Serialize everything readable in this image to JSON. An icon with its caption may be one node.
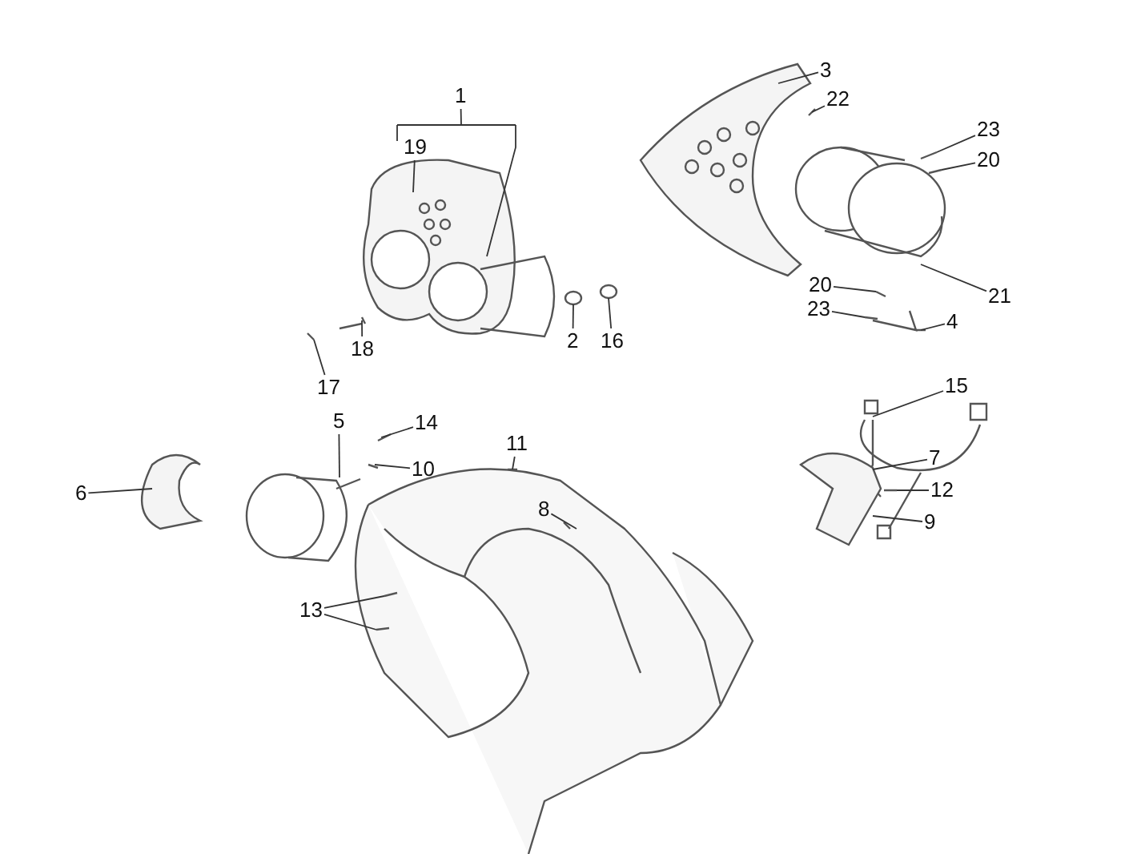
{
  "diagram": {
    "nodes": [
      {
        "text": [
          "3"
        ]
      },
      {
        "text": [
          "1"
        ]
      },
      {
        "text": [
          "22"
        ]
      },
      {
        "text": [
          "23"
        ]
      },
      {
        "text": [
          "19"
        ]
      },
      {
        "text": [
          "20"
        ]
      },
      {
        "text": [
          "20"
        ]
      },
      {
        "text": [
          "21"
        ]
      },
      {
        "text": [
          "23"
        ]
      },
      {
        "text": [
          "4"
        ]
      },
      {
        "text": [
          "2"
        ]
      },
      {
        "text": [
          "16"
        ]
      },
      {
        "text": [
          "18"
        ]
      },
      {
        "text": [
          "17"
        ]
      },
      {
        "text": [
          "15"
        ]
      },
      {
        "text": [
          "5"
        ]
      },
      {
        "text": [
          "14"
        ]
      },
      {
        "text": [
          "11"
        ]
      },
      {
        "text": [
          "7"
        ]
      },
      {
        "text": [
          "10"
        ]
      },
      {
        "text": [
          "12"
        ]
      },
      {
        "text": [
          "6"
        ]
      },
      {
        "text": [
          "8"
        ]
      },
      {
        "text": [
          "9"
        ]
      },
      {
        "text": [
          "13"
        ]
      }
    ],
    "edges": [
      {
        "from": 0,
        "to": null,
        "arrow": "none"
      },
      {
        "from": 1,
        "to": null,
        "arrow": "none"
      },
      {
        "from": 2,
        "to": null,
        "arrow": "none"
      },
      {
        "from": 3,
        "to": null,
        "arrow": "none"
      },
      {
        "from": 4,
        "to": null,
        "arrow": "none"
      },
      {
        "from": 5,
        "to": null,
        "arrow": "none"
      },
      {
        "from": 6,
        "to": null,
        "arrow": "none"
      },
      {
        "from": 7,
        "to": null,
        "arrow": "none"
      },
      {
        "from": 8,
        "to": null,
        "arrow": "none"
      },
      {
        "from": 9,
        "to": null,
        "arrow": "none"
      },
      {
        "from": 10,
        "to": null,
        "arrow": "none"
      },
      {
        "from": 11,
        "to": null,
        "arrow": "none"
      },
      {
        "from": 12,
        "to": null,
        "arrow": "none"
      },
      {
        "from": 13,
        "to": null,
        "arrow": "none"
      },
      {
        "from": 14,
        "to": null,
        "arrow": "none"
      },
      {
        "from": 15,
        "to": null,
        "arrow": "none"
      },
      {
        "from": 16,
        "to": null,
        "arrow": "none"
      },
      {
        "from": 17,
        "to": null,
        "arrow": "none"
      },
      {
        "from": 18,
        "to": null,
        "arrow": "none"
      },
      {
        "from": 19,
        "to": null,
        "arrow": "none"
      },
      {
        "from": 20,
        "to": null,
        "arrow": "none"
      },
      {
        "from": 21,
        "to": null,
        "arrow": "none"
      },
      {
        "from": 22,
        "to": null,
        "arrow": "none"
      },
      {
        "from": 23,
        "to": null,
        "arrow": "none"
      },
      {
        "from": 24,
        "to": null,
        "arrow": "none"
      },
      {
        "from": 24,
        "to": null,
        "arrow": "none"
      }
    ]
  }
}
